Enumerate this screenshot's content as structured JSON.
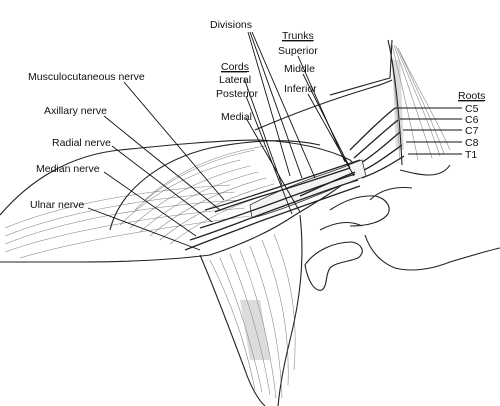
{
  "labels": {
    "divisions": "Divisions",
    "trunks_heading": "Trunks",
    "trunk_superior": "Superior",
    "trunk_middle": "Middle",
    "trunk_inferior": "Inferior",
    "cords_heading": "Cords",
    "cord_lateral": "Lateral",
    "cord_posterior": "Posterior",
    "cord_medial": "Medial",
    "musculocutaneous": "Musculocutaneous nerve",
    "axillary": "Axillary nerve",
    "radial": "Radial nerve",
    "median": "Median nerve",
    "ulnar": "Ulnar nerve",
    "roots_heading": "Roots",
    "root_c5": "C5",
    "root_c6": "C6",
    "root_c7": "C7",
    "root_c8": "C8",
    "root_t1": "T1"
  }
}
